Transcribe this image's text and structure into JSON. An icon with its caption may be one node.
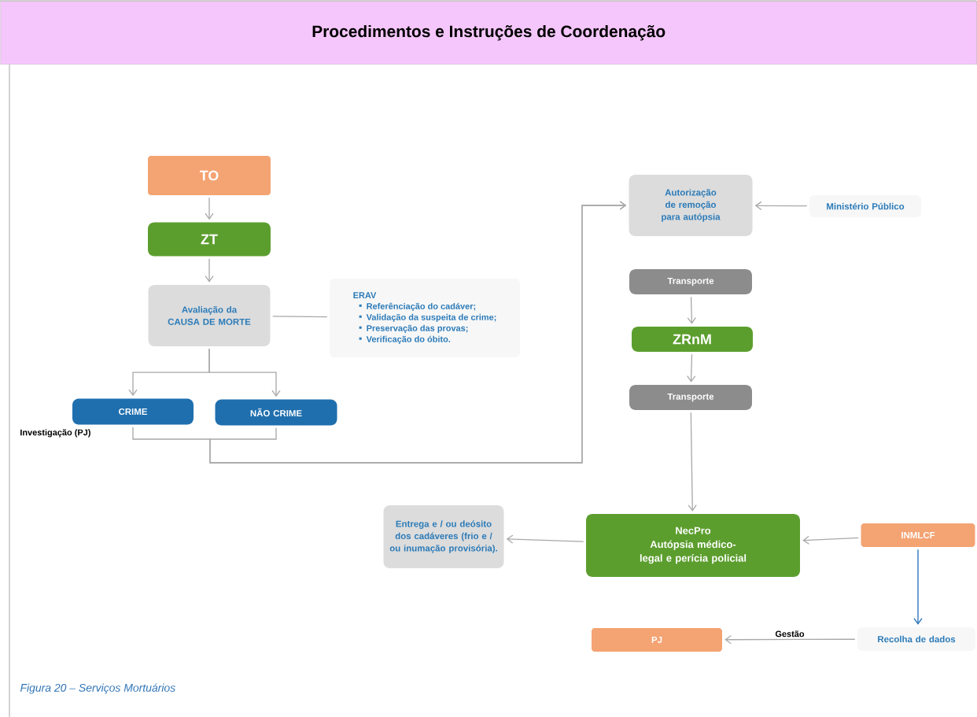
{
  "diagram": {
    "title": "Procedimentos e Instruções de Coordenação",
    "caption": "Figura 20 – Serviços Mortuários",
    "nodes": [
      {
        "text": [
          "TO"
        ]
      },
      {
        "text": [
          "ZT"
        ]
      },
      {
        "text": [
          "Avaliação da CAUSA DE MORTE"
        ]
      },
      {
        "text": [
          "ERAV",
          "Referênciação do cadáver;",
          "Validação da suspeita de crime;",
          "Preservação das provas;",
          "Verificação do óbito."
        ]
      },
      {
        "text": [
          "CRIME"
        ],
        "beside": [
          "Investigação (PJ)"
        ]
      },
      {
        "text": [
          "NÃO CRIME"
        ]
      },
      {
        "text": [
          "Autorização de remoção para autópsia"
        ]
      },
      {
        "text": [
          "Ministério Público"
        ]
      },
      {
        "text": [
          "Transporte"
        ]
      },
      {
        "text": [
          "ZRnM"
        ]
      },
      {
        "text": [
          "Transporte"
        ]
      },
      {
        "text": [
          "NecPro",
          "Autópsia médico-legal e perícia policial"
        ]
      },
      {
        "text": [
          "Entrega e / ou deósito dos cadáveres (frio e / ou inumação provisória)."
        ]
      },
      {
        "text": [
          "INMLCF"
        ]
      },
      {
        "text": [
          "Recolha de dados"
        ]
      },
      {
        "text": [
          "PJ"
        ]
      }
    ],
    "edges": [
      {
        "from": 0,
        "to": 1,
        "arrow": "to"
      },
      {
        "from": 1,
        "to": 2,
        "arrow": "to"
      },
      {
        "from": 2,
        "to": 3,
        "arrow": "none"
      },
      {
        "from": 2,
        "to": 4,
        "arrow": "to"
      },
      {
        "from": 2,
        "to": 5,
        "arrow": "to"
      },
      {
        "from": 4,
        "to": 6,
        "arrow": "to"
      },
      {
        "from": 5,
        "to": 6,
        "arrow": "to"
      },
      {
        "from": 7,
        "to": 6,
        "arrow": "to"
      },
      {
        "from": 8,
        "to": 9,
        "arrow": "to"
      },
      {
        "from": 9,
        "to": 10,
        "arrow": "to"
      },
      {
        "from": 10,
        "to": 11,
        "arrow": "to"
      },
      {
        "from": 11,
        "to": 12,
        "arrow": "to"
      },
      {
        "from": 13,
        "to": 11,
        "arrow": "to"
      },
      {
        "from": 13,
        "to": 14,
        "arrow": "to",
        "color": "#1f6fb5"
      },
      {
        "from": 14,
        "to": 15,
        "arrow": "to",
        "label": "Gestão"
      }
    ]
  }
}
